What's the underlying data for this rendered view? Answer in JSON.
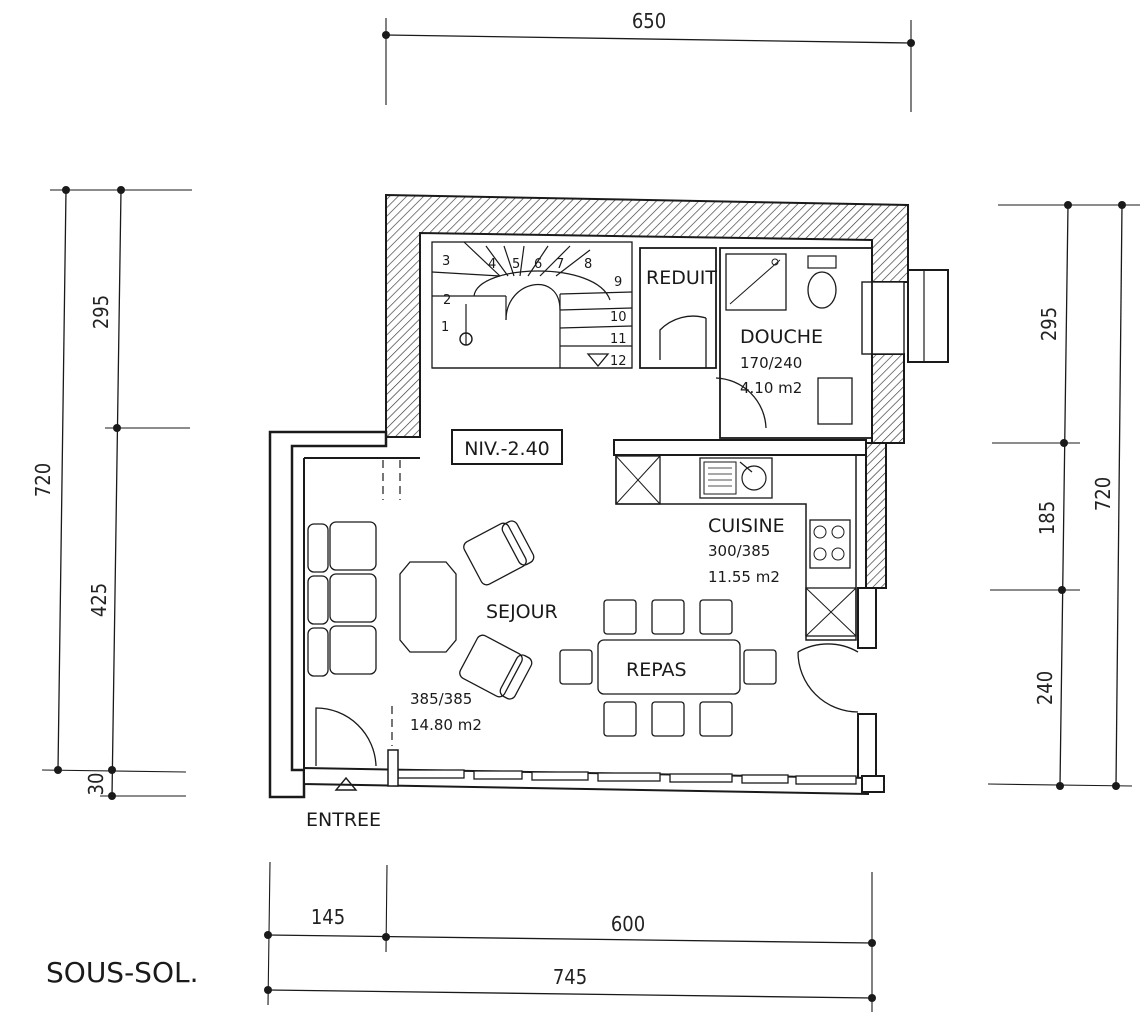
{
  "title": "SOUS-SOL.",
  "level_label": "NIV.-2.40",
  "entrance_label": "ENTREE",
  "rooms": {
    "reduit": {
      "name": "REDUIT"
    },
    "douche": {
      "name": "DOUCHE",
      "size": "170/240",
      "area": "4.10 m2"
    },
    "cuisine": {
      "name": "CUISINE",
      "size": "300/385",
      "area": "11.55 m2"
    },
    "sejour": {
      "name": "SEJOUR",
      "size": "385/385",
      "area": "14.80 m2"
    },
    "repas": {
      "name": "REPAS"
    }
  },
  "stair_steps": [
    "1",
    "2",
    "3",
    "4",
    "5",
    "6",
    "7",
    "8",
    "9",
    "10",
    "11",
    "12"
  ],
  "dimensions": {
    "top": "650",
    "left_total": "720",
    "left_upper": "295",
    "left_lower": "425",
    "left_bottom": "30",
    "right_upper": "295",
    "right_middle": "185",
    "right_lower": "240",
    "right_total": "720",
    "bottom_left": "145",
    "bottom_right": "600",
    "bottom_total": "745"
  }
}
